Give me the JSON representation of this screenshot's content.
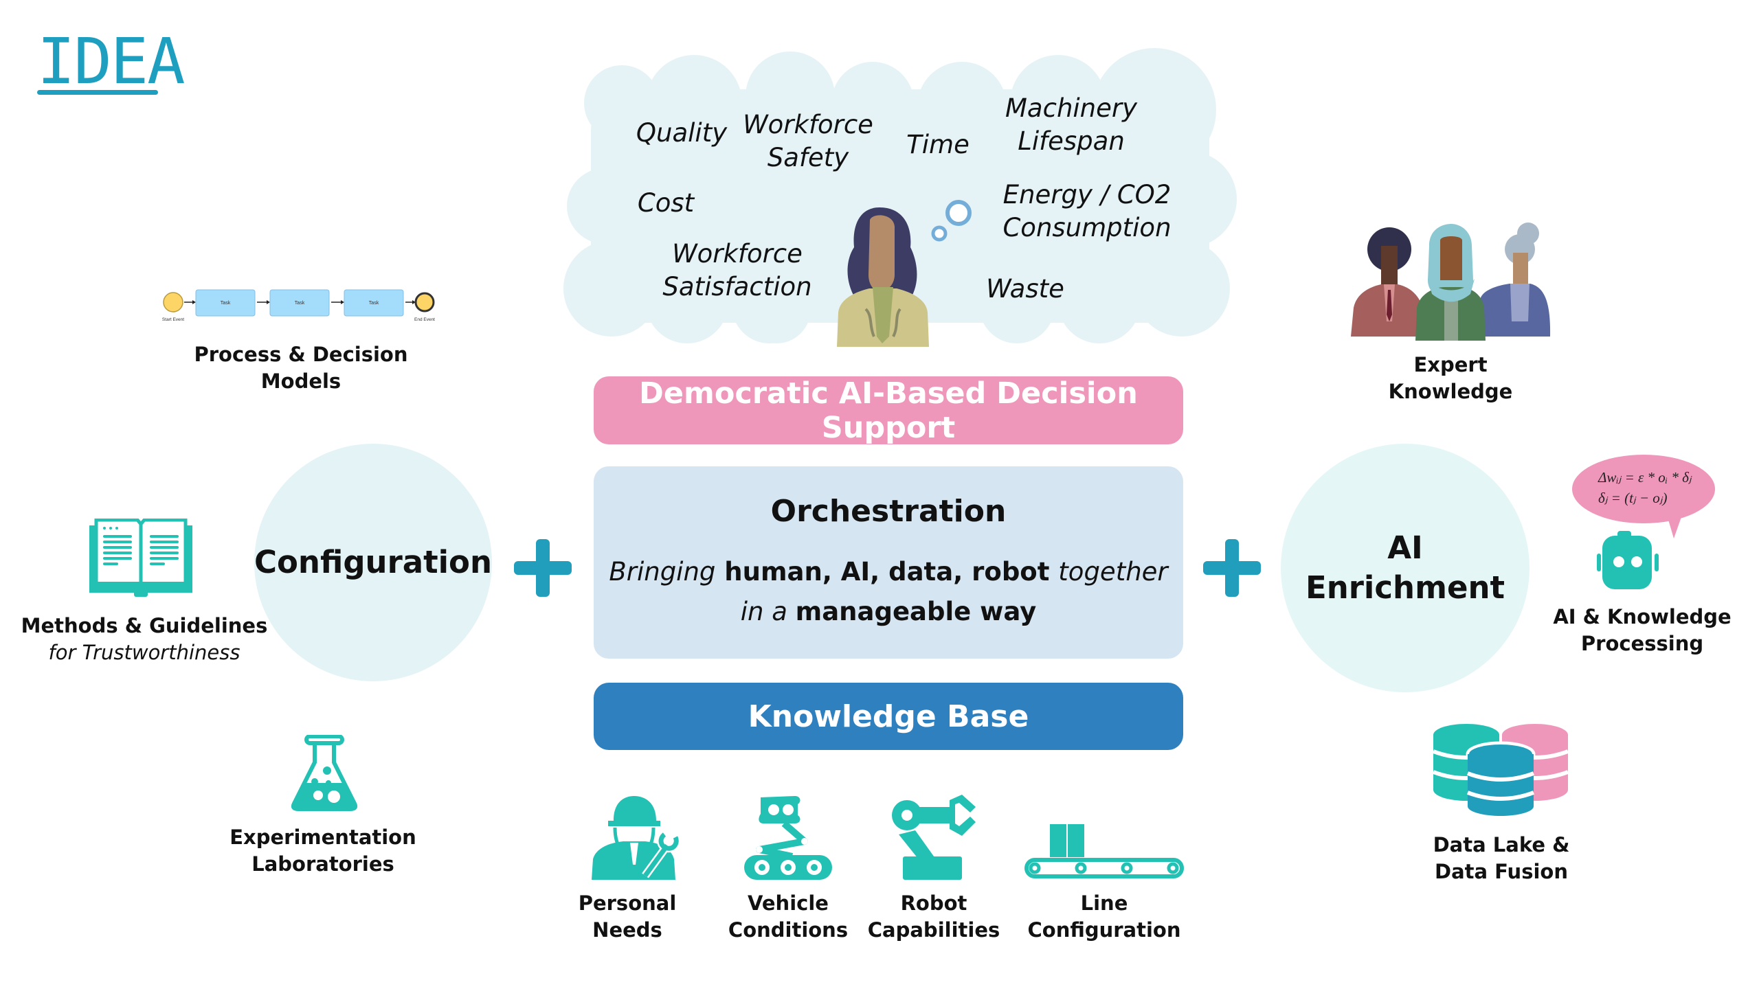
{
  "logo": {
    "text": "IDEA"
  },
  "cloud": {
    "words": [
      {
        "id": "quality",
        "lines": [
          "Quality"
        ]
      },
      {
        "id": "workforce-safety",
        "lines": [
          "Workforce",
          "Safety"
        ]
      },
      {
        "id": "time",
        "lines": [
          "Time"
        ]
      },
      {
        "id": "machinery-lifespan",
        "lines": [
          "Machinery",
          "Lifespan"
        ]
      },
      {
        "id": "cost",
        "lines": [
          "Cost"
        ]
      },
      {
        "id": "energy-co2",
        "lines": [
          "Energy / CO2",
          "Consumption"
        ]
      },
      {
        "id": "workforce-satisfaction",
        "lines": [
          "Workforce",
          "Satisfaction"
        ]
      },
      {
        "id": "waste",
        "lines": [
          "Waste"
        ]
      }
    ]
  },
  "center": {
    "decision_support": "Democratic AI-Based Decision Support",
    "orchestration": {
      "title": "Orchestration",
      "line1": [
        {
          "text": "Bringing",
          "style": "italic"
        },
        {
          "text": " human, AI, data, robot ",
          "style": "bold"
        },
        {
          "text": "together",
          "style": "italic"
        }
      ],
      "line2": [
        {
          "text": "in a ",
          "style": "italic"
        },
        {
          "text": "manageable way",
          "style": "bold"
        }
      ]
    },
    "knowledge_base": "Knowledge Base"
  },
  "left": {
    "circle_label": "Configuration",
    "process_models": {
      "label_line1": "Process & Decision",
      "label_line2": "Models",
      "bpmn": {
        "start": "Start Event",
        "tasks": [
          "Task",
          "Task",
          "Task"
        ],
        "end": "End Event"
      }
    },
    "methods": {
      "label_line1": "Methods & Guidelines",
      "label_line2": "for Trustworthiness"
    },
    "experimentation": {
      "label_line1": "Experimentation",
      "label_line2": "Laboratories"
    }
  },
  "right": {
    "circle_label_line1": "AI",
    "circle_label_line2": "Enrichment",
    "expert": {
      "label_line1": "Expert",
      "label_line2": "Knowledge"
    },
    "ai_processing": {
      "label_line1": "AI & Knowledge",
      "label_line2": "Processing",
      "formula_line1": "Δwᵢⱼ = ε * oᵢ * δⱼ",
      "formula_line2": "δⱼ = (tⱼ − oⱼ)"
    },
    "data_lake": {
      "label_line1": "Data Lake &",
      "label_line2": "Data Fusion"
    }
  },
  "bottom": {
    "items": [
      {
        "line1": "Personal",
        "line2": "Needs"
      },
      {
        "line1": "Vehicle",
        "line2": "Conditions"
      },
      {
        "line1": "Robot",
        "line2": "Capabilities"
      },
      {
        "line1": "Line",
        "line2": "Configuration"
      }
    ]
  },
  "colors": {
    "teal": "#22c1b4",
    "blue_accent": "#229ebd",
    "pink": "#ef97ba",
    "knowledge_blue": "#2e80bf",
    "orchestration_bg": "#d5e5f2",
    "circle_bg": "#e4f3f6",
    "cloud_bg": "#e5f3f7"
  }
}
